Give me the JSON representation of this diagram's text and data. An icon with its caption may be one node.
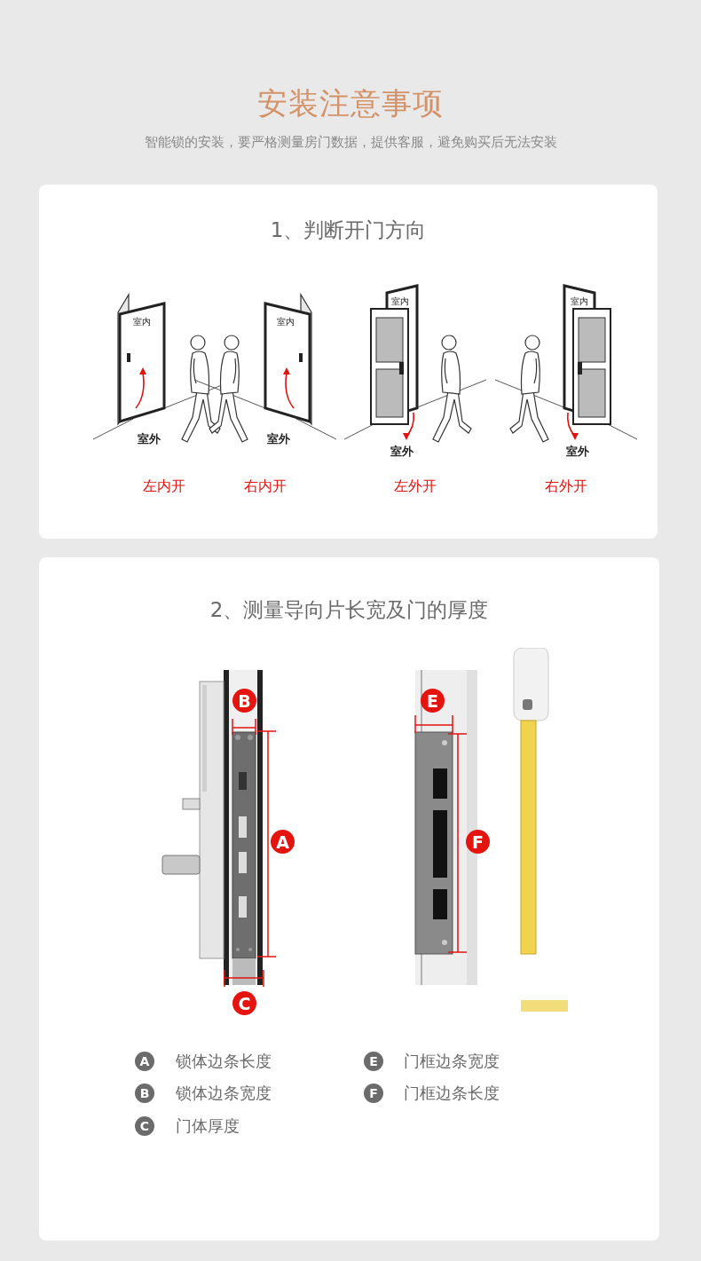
{
  "diagram": {
    "title": "安装注意事项",
    "nodes": [
      {
        "text": [
          "1、判断开门方向"
        ]
      },
      {
        "text": [
          "室内",
          "室外"
        ],
        "beside": [
          "左内开"
        ],
        "in": 0
      },
      {
        "text": [
          "室内",
          "室外"
        ],
        "beside": [
          "右内开"
        ],
        "in": 0
      },
      {
        "text": [
          "室内",
          "室外"
        ],
        "beside": [
          "左外开"
        ],
        "in": 0
      },
      {
        "text": [
          "室内",
          "室外"
        ],
        "beside": [
          "右外开"
        ],
        "in": 0
      },
      {
        "text": [
          "2、测量导向片长宽及门的厚度"
        ]
      }
    ],
    "labels": [
      "智能锁的安装，要严格测量房门数据，提供客服，避免购买后无法安装",
      "B",
      "E",
      "A",
      "F",
      "C",
      "A",
      "锁体边条长度",
      "E",
      "门框边条宽度",
      "B",
      "锁体边条宽度",
      "F",
      "门框边条长度",
      "C",
      "门体厚度"
    ]
  }
}
